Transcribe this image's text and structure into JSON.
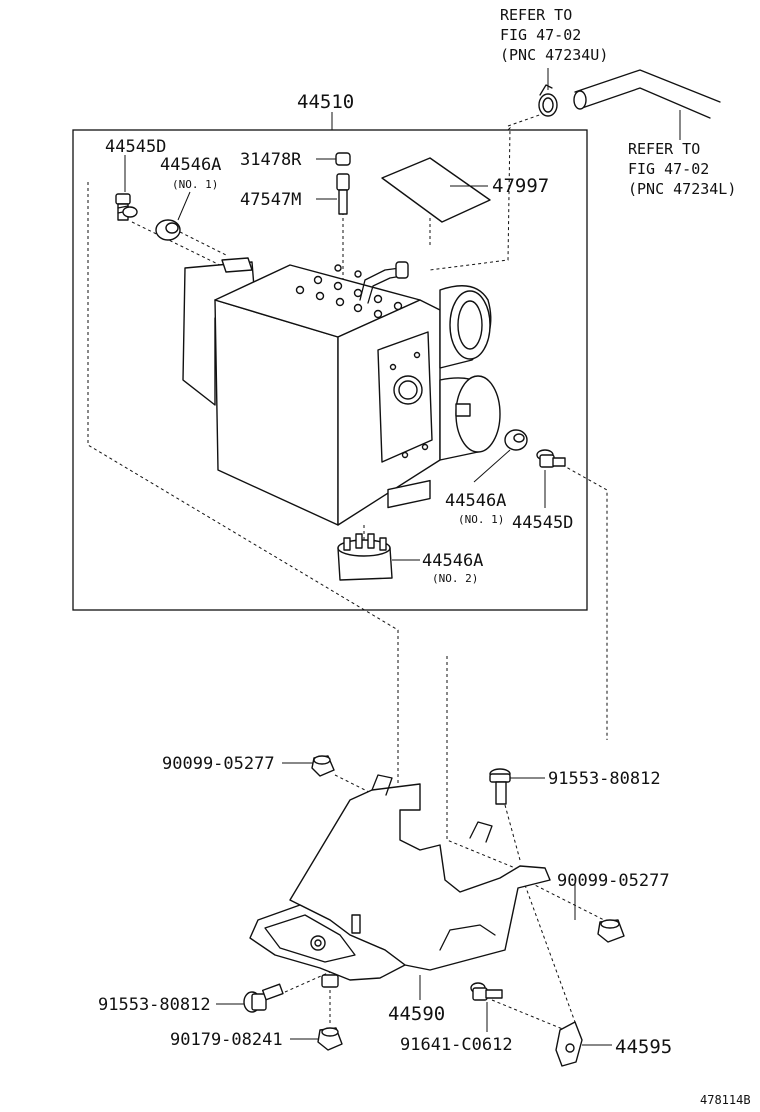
{
  "diagram": {
    "assembly_label": "44510",
    "part_labels": {
      "p44545D_top": "44545D",
      "p44546A_top": "44546A",
      "p44546A_top_sub": "(NO. 1)",
      "p31478R": "31478R",
      "p47547M": "47547M",
      "p47997": "47997",
      "p44546A_mid": "44546A",
      "p44546A_mid_sub": "(NO. 1)",
      "p44545D_mid": "44545D",
      "p44546A_low": "44546A",
      "p44546A_low_sub": "(NO. 2)",
      "p90099_left": "90099-05277",
      "p91553_right": "91553-80812",
      "p90099_right": "90099-05277",
      "p91553_left": "91553-80812",
      "p44590": "44590",
      "p90179": "90179-08241",
      "p91641": "91641-C0612",
      "p44595": "44595"
    },
    "refer_right": [
      "REFER TO",
      "FIG 47-02",
      "(PNC 47234U)"
    ],
    "refer_left": [
      "REFER TO",
      "FIG 47-02",
      "(PNC 47234L)"
    ],
    "figure_id": "478114B"
  }
}
